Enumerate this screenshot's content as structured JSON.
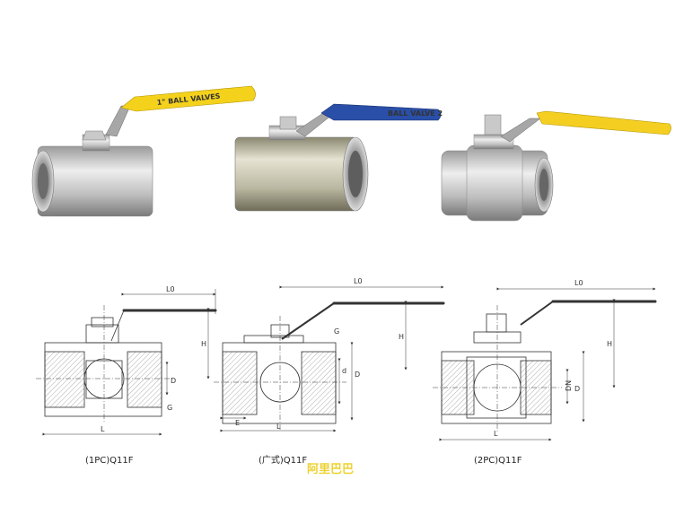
{
  "products": [
    {
      "id": "1pc",
      "handle_text": "1\" BALL VALVES",
      "handle_color": "#f4d21c"
    },
    {
      "id": "wide",
      "handle_text": "BALL VALVE 2",
      "handle_color": "#2a4fa8"
    },
    {
      "id": "2pc",
      "handle_text": "",
      "handle_color": "#f4cf22"
    }
  ],
  "drawings": {
    "d1": {
      "L0": "L0",
      "H": "H",
      "D": "D",
      "G": "G",
      "L": "L",
      "caption": "(1PC)Q11F"
    },
    "d2": {
      "L0": "L0",
      "H": "H",
      "G": "G",
      "d": "d",
      "D": "D",
      "E": "E",
      "L": "L",
      "caption": "(广式)Q11F"
    },
    "d3": {
      "L0": "L0",
      "H": "H",
      "DN": "DN",
      "D": "D",
      "L": "L",
      "caption": "(2PC)Q11F"
    }
  },
  "watermark": "阿里巴巴"
}
